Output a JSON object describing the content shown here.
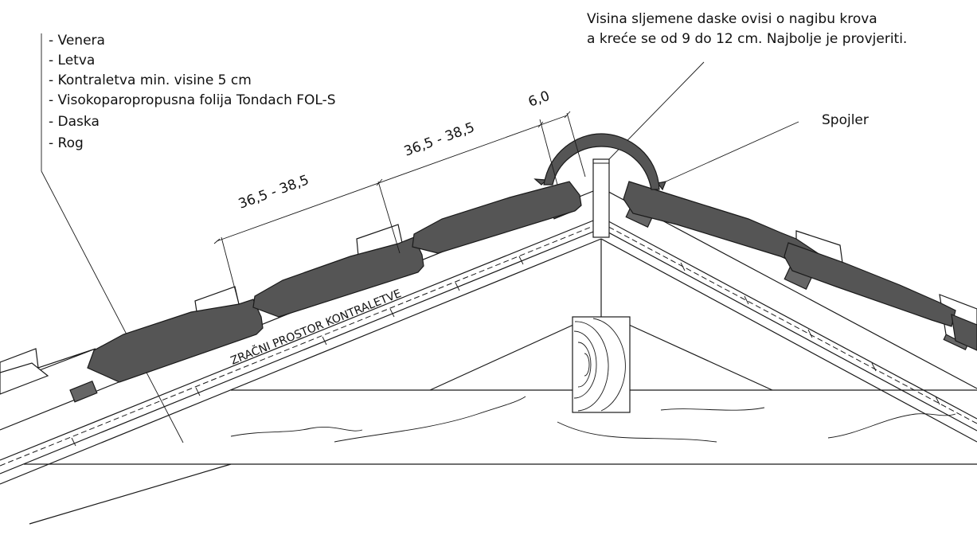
{
  "legend": {
    "items": [
      "- Venera",
      "- Letva",
      "- Kontraletva min. visine 5 cm",
      "- Visokoparopropusna folija Tondach FOL-S",
      "- Daska",
      "- Rog"
    ]
  },
  "note": {
    "line1": "Visina sljemene daske ovisi o nagibu krova",
    "line2": "a kreće se od 9 do 12 cm. Najbolje je provjeriti."
  },
  "labels": {
    "spojler": "Spojler",
    "air_space": "ZRAČNI PROSTOR KONTRALETVE"
  },
  "dimensions": {
    "batten_spacing_1": "36,5  -  38,5",
    "batten_spacing_2": "36,5  -  38,5",
    "ridge_gap": "6,0"
  },
  "colors": {
    "tile": "#555555",
    "batten": "#666666",
    "line": "#1a1a1a"
  }
}
